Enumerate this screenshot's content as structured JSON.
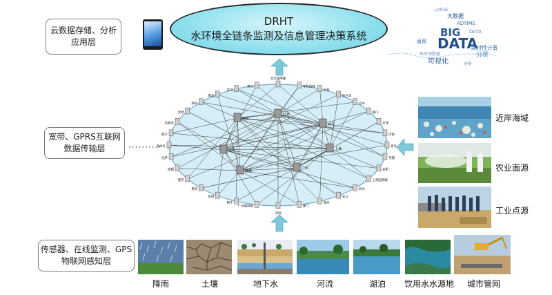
{
  "layers": {
    "cloud": [
      "云数据存储、分析",
      "应用层"
    ],
    "network": [
      "宽带、GPRS互联网",
      "数据传输层"
    ],
    "sensing": [
      "传感器、在线监测、GPS",
      "物联网感知层"
    ]
  },
  "title": {
    "en": "DRHT",
    "cn": "水环境全链条监测及信息管理决策系统"
  },
  "big_data_words": [
    "BIG",
    "DATA",
    "DATA",
    "实时性计算",
    "分析",
    "可视化",
    "ADTIME",
    "大数据",
    "LARGE",
    "直观",
    "长时间数据",
    "分析"
  ],
  "network": {
    "hubs": [
      "西安",
      "北京",
      "武汉",
      "沈阳",
      "上海",
      "成都",
      "广州"
    ],
    "nodes": [
      "北京国際路",
      "呼和浩特",
      "长春",
      "哈尔滨",
      "兰州",
      "银川",
      "天津",
      "济南",
      "青岛",
      "无锡",
      "合肥",
      "上海国际路",
      "杭州",
      "长沙",
      "福州",
      "厦门",
      "深圳",
      "广州国际路",
      "南宁",
      "昆明",
      "贵阳",
      "重庆",
      "成都",
      "拉萨",
      "乌鲁木齐",
      "西宁",
      "石家庄",
      "太原",
      "郑州",
      "南昌",
      "武汉",
      "苏州"
    ]
  },
  "pollution_sources": [
    {
      "label": "近岸海域"
    },
    {
      "label": "农业面源"
    },
    {
      "label": "工业点源"
    }
  ],
  "sensing_targets": [
    {
      "label": "降雨"
    },
    {
      "label": "土壤"
    },
    {
      "label": "地下水"
    },
    {
      "label": "河流"
    },
    {
      "label": "湖泊"
    },
    {
      "label": "饮用水水源地"
    },
    {
      "label": "城市管网"
    }
  ],
  "colors": {
    "ellipse": "#8fe0ee",
    "arrow": "#7ec8da",
    "network_fill": "#d6eef8"
  }
}
